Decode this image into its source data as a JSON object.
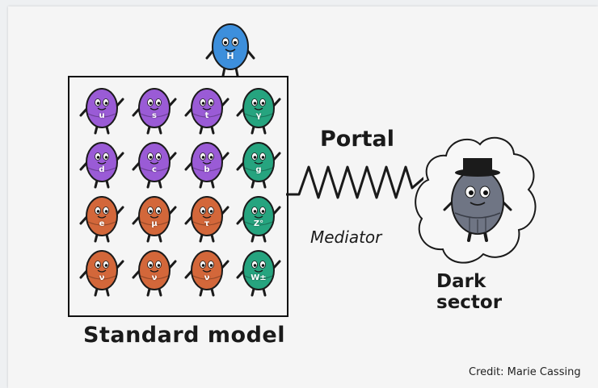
{
  "labels": {
    "standard_model": "Standard model",
    "portal": "Portal",
    "mediator": "Mediator",
    "dark_line1": "Dark",
    "dark_line2": "sector",
    "credit": "Credit: Marie Cassing"
  },
  "higgs": {
    "label": "H",
    "color": "#3d8fdc"
  },
  "particles": [
    {
      "label": "u",
      "color": "#9a5bd6"
    },
    {
      "label": "s",
      "color": "#9a5bd6"
    },
    {
      "label": "t",
      "color": "#9a5bd6"
    },
    {
      "label": "γ",
      "color": "#26a47f"
    },
    {
      "label": "d",
      "color": "#9a5bd6"
    },
    {
      "label": "c",
      "color": "#9a5bd6"
    },
    {
      "label": "b",
      "color": "#9a5bd6"
    },
    {
      "label": "g",
      "color": "#26a47f"
    },
    {
      "label": "e",
      "color": "#d3673a"
    },
    {
      "label": "μ",
      "color": "#d3673a"
    },
    {
      "label": "τ",
      "color": "#d3673a"
    },
    {
      "label": "Z°",
      "color": "#26a47f"
    },
    {
      "label": "ν",
      "color": "#d3673a"
    },
    {
      "label": "ν",
      "color": "#d3673a"
    },
    {
      "label": "ν",
      "color": "#d3673a"
    },
    {
      "label": "W±",
      "color": "#26a47f"
    }
  ],
  "dark_character_color": "#6f7584"
}
